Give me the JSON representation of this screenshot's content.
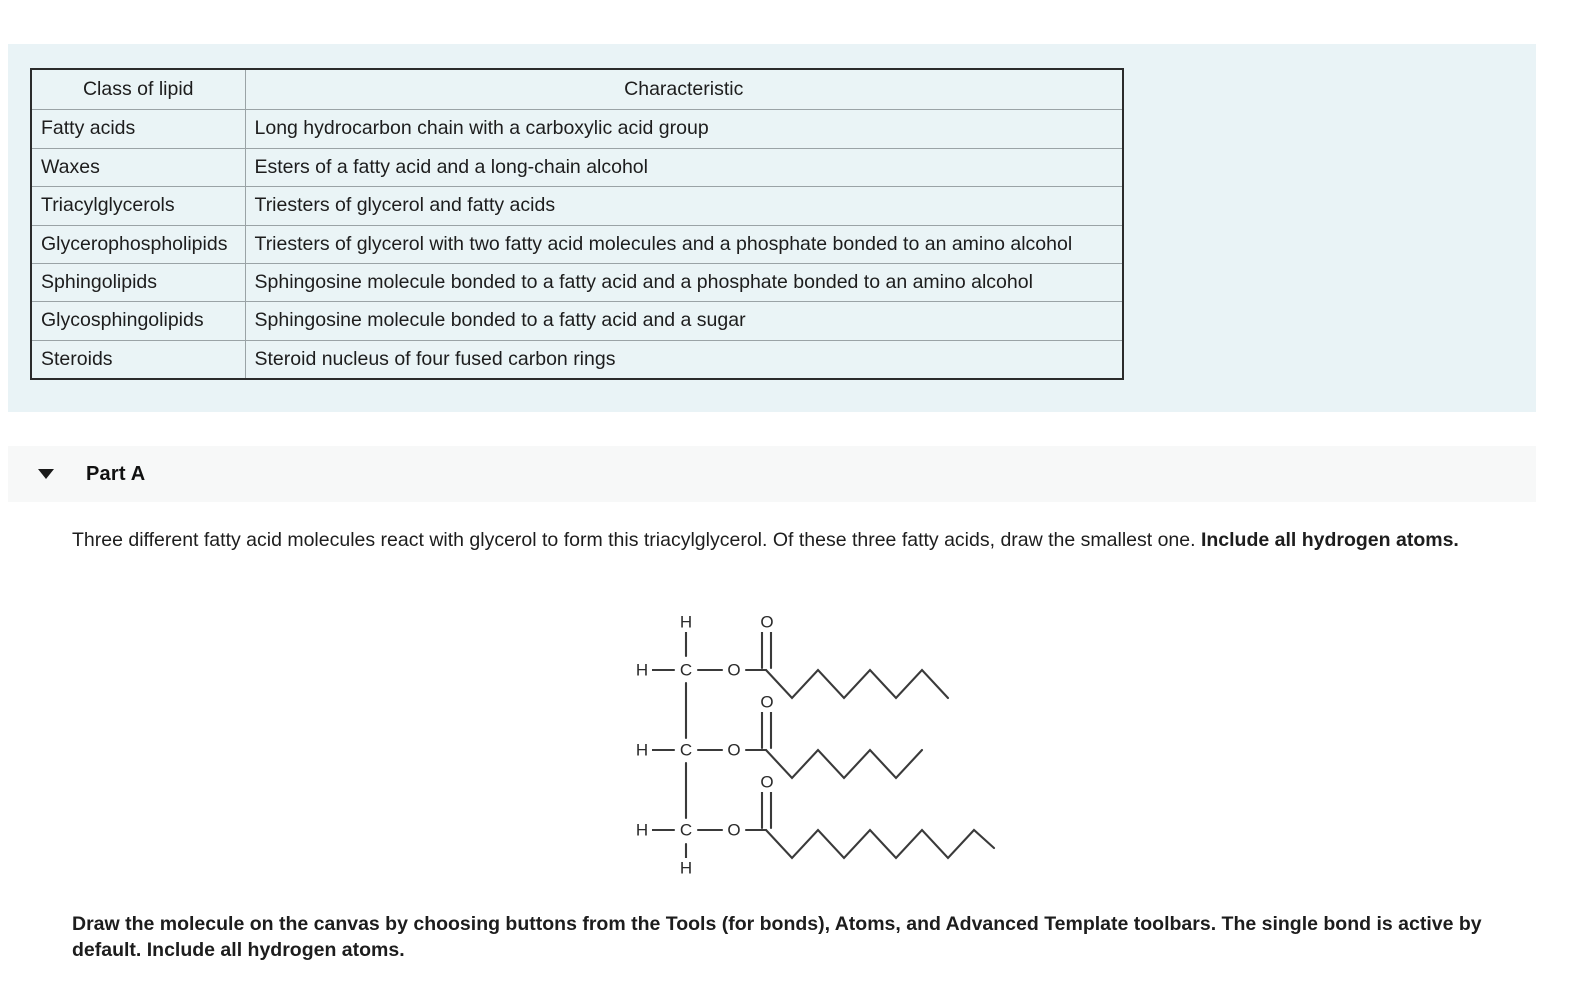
{
  "table": {
    "headers": [
      "Class of lipid",
      "Characteristic"
    ],
    "rows": [
      [
        "Fatty acids",
        "Long hydrocarbon chain with a carboxylic acid group"
      ],
      [
        "Waxes",
        "Esters of a fatty acid and a long-chain alcohol"
      ],
      [
        "Triacylglycerols",
        "Triesters of glycerol and fatty acids"
      ],
      [
        "Glycerophospholipids",
        "Triesters of glycerol with two fatty acid molecules and a phosphate bonded to an amino alcohol"
      ],
      [
        "Sphingolipids",
        "Sphingosine molecule bonded to a fatty acid and a phosphate bonded to an amino alcohol"
      ],
      [
        "Glycosphingolipids",
        "Sphingosine molecule bonded to a fatty acid and a sugar"
      ],
      [
        "Steroids",
        "Steroid nucleus of four fused carbon rings"
      ]
    ]
  },
  "part": {
    "label": "Part A",
    "caret_icon": "caret-down-icon"
  },
  "prompt": {
    "text_plain": "Three different fatty acid molecules react with glycerol to form this triacylglycerol. Of these three fatty acids, draw the smallest one. ",
    "text_bold": "Include all hydrogen atoms."
  },
  "instructions": {
    "text": "Draw the molecule on the canvas by choosing buttons from the Tools (for bonds), Atoms, and Advanced Template toolbars. The single bond is active by default. Include all hydrogen atoms."
  },
  "molecule": {
    "name": "triacylglycerol-structure",
    "atom_labels": {
      "hydrogen": "H",
      "carbon": "C",
      "oxygen": "O"
    },
    "backbone_carbons": 3,
    "chains": [
      {
        "position": "top",
        "ester_oxygen": "O",
        "carbonyl_oxygen": "O",
        "zigzag_vertices": 7
      },
      {
        "position": "middle",
        "ester_oxygen": "O",
        "carbonyl_oxygen": "O",
        "zigzag_vertices": 6
      },
      {
        "position": "bottom",
        "ester_oxygen": "O",
        "carbonyl_oxygen": "O",
        "zigzag_vertices": 8
      }
    ]
  },
  "colors": {
    "panel_background": "#e9f3f6",
    "table_background": "#eaf4f6",
    "table_outer_border": "#2b2b2b",
    "table_inner_border": "#9aa3a6",
    "part_bar_background": "#f7f8f8",
    "text": "#1d1d1d",
    "molecule_stroke": "#3a3a3a"
  }
}
